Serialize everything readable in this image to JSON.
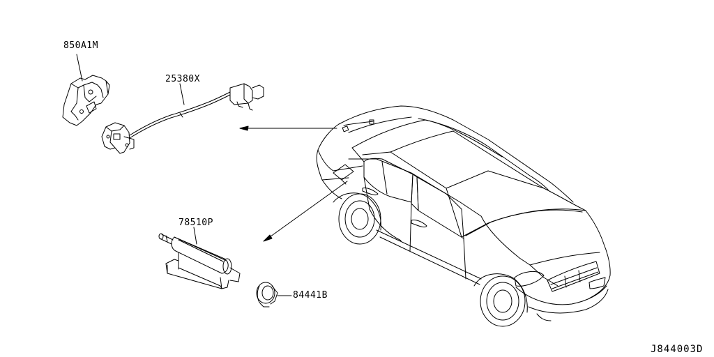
{
  "parts": {
    "actuator_bracket": "850A1M",
    "cable_harness": "25380X",
    "lid_opener_actuator": "78510P",
    "rubber_grommet": "84441B"
  },
  "diagram_code": "J844003D",
  "colors": {
    "line": "#000000",
    "background": "#ffffff"
  }
}
